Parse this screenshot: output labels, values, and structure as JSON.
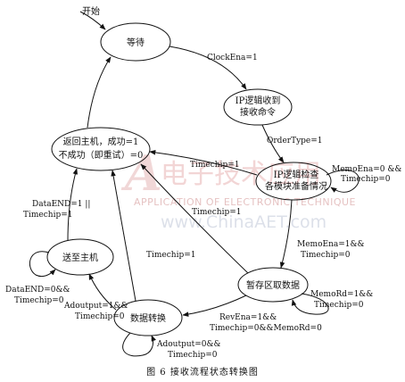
{
  "start": "开始",
  "states": {
    "wait": "等待",
    "ip_receive_1": "IP逻辑收到",
    "ip_receive_2": "接收命令",
    "ip_check_1": "IP逻辑检查",
    "ip_check_2": "各模块准备情况",
    "store_data": "暂存区取数据",
    "convert": "数据转换",
    "send_host": "送至主机",
    "return_host_1": "返回主机，成功=1",
    "return_host_2": "不成功（即重试）=0"
  },
  "labels": {
    "clock_ena": "ClockEna=1",
    "order_type": "OrderType=1",
    "memo_ena0_1": "MemoEna=0 &&",
    "memo_ena0_2": "Timechip=0",
    "timechip1_a": "Timechip=1",
    "timechip1_b": "Timechip=1",
    "memo_ena1_1": "MemoEna=1&&",
    "memo_ena1_2": "Timechip=0",
    "timechip1_c": "Timechip=1",
    "memo_rd1_1": "MemoRd=1&&",
    "memo_rd1_2": "Timechip=0",
    "rev_ena1_1": "RevEna=1&&",
    "rev_ena1_2": "Timechip=0&&MemoRd=0",
    "data_end1_1": "DataEND=1 ||",
    "data_end1_2": "Timechip=1",
    "data_end0_1": "DataEND=0&&",
    "data_end0_2": "Timechip=0",
    "adoutput1_1": "Adoutput=1&&",
    "adoutput1_2": "Timechip=0",
    "adoutput0_1": "Adoutput=0&&",
    "adoutput0_2": "Timechip=0"
  },
  "caption": "图 6  接收流程状态转换图",
  "watermark": {
    "logo_letter": "A",
    "logo_cn": "电子技术应用",
    "subtitle": "APPLICATION OF ELECTRONIC TECHNIQUE",
    "url": "www.ChinaAET.com"
  }
}
